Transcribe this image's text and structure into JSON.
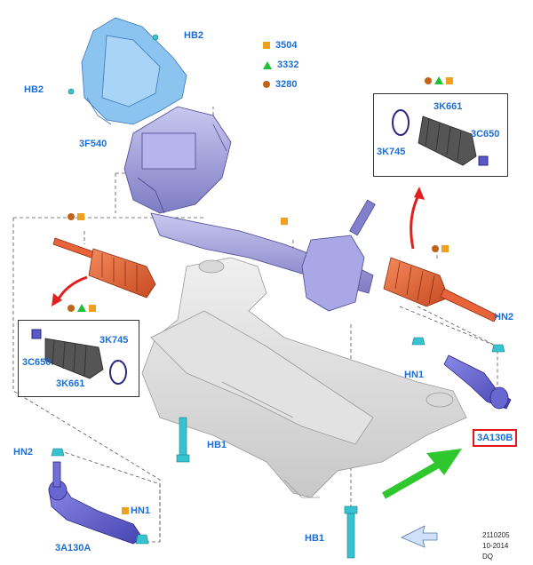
{
  "legend": [
    {
      "symbol": "square",
      "code": "3504"
    },
    {
      "symbol": "triangle",
      "code": "3332"
    },
    {
      "symbol": "circle",
      "code": "3280"
    }
  ],
  "colors": {
    "label_blue": "#1a6fd6",
    "square_orange": "#f0a020",
    "triangle_green": "#1fbf3a",
    "circle_brown": "#c26418",
    "highlight_red": "#e3161b",
    "boot_orange": "#e8633a",
    "rack_purple": "#9a98d8",
    "shield_blue": "#7fb8e8",
    "tie_rod_blue": "#5a58c8",
    "fastener_cyan": "#36c3cf",
    "arrow_green": "#2ec82e"
  },
  "labels": {
    "hb2_top": "HB2",
    "hb2_left": "HB2",
    "shield": "3F540",
    "boot_right_inset": "3K661",
    "ring_right_inset": "3K745",
    "clamp_right_inset": "3C650",
    "hn2_right": "HN2",
    "hn1_right": "HN1",
    "clamp_left_inset": "3C650",
    "ring_left_inset": "3K745",
    "boot_left_inset": "3K661",
    "hb1_mid": "HB1",
    "hn2_left": "HN2",
    "hn1_left": "HN1",
    "tie_rod_left": "3A130A",
    "tie_rod_right": "3A130B",
    "hb1_bottom": "HB1"
  },
  "footer": {
    "ref": "2110205",
    "date": "10-2014",
    "code": "DQ"
  }
}
